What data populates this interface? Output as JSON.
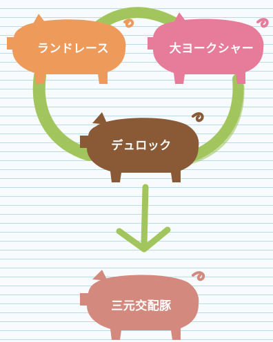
{
  "pigs": {
    "landrace": {
      "label": "ランドレース",
      "color": "#ee9a5a"
    },
    "large_yorkshire": {
      "label": "大ヨークシャー",
      "color": "#e77b9a"
    },
    "duroc": {
      "label": "デュロック",
      "color": "#8a5a36"
    },
    "three_way_cross": {
      "label": "三元交配豚",
      "color": "#d3897d"
    }
  },
  "colors": {
    "arrow": "#9fc356",
    "background": "#f7fbfe",
    "lines": "#b9dbea"
  }
}
